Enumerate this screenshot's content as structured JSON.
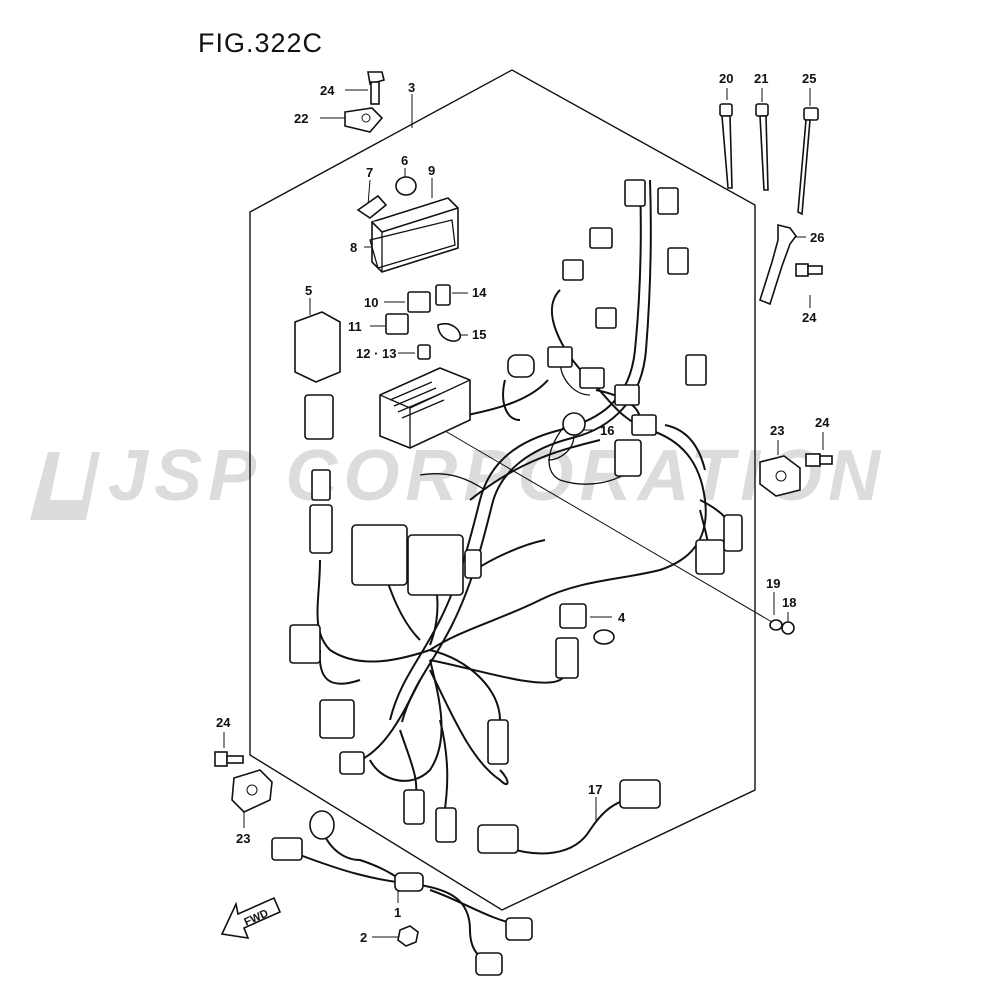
{
  "figure": {
    "title": "FIG.322C"
  },
  "watermark": {
    "text": "JSP CORPORATION",
    "color": "#dcdcdc"
  },
  "callouts": {
    "c1": "1",
    "c2": "2",
    "c3": "3",
    "c4": "4",
    "c5": "5",
    "c6": "6",
    "c7": "7",
    "c8": "8",
    "c9": "9",
    "c10": "10",
    "c11": "11",
    "c12_13": "12 · 13",
    "c14": "14",
    "c15": "15",
    "c16": "16",
    "c17": "17",
    "c18": "18",
    "c19": "19",
    "c20": "20",
    "c21": "21",
    "c22": "22",
    "c23_right": "23",
    "c23_left": "23",
    "c24_top": "24",
    "c24_right_upper": "24",
    "c24_right": "24",
    "c24_left": "24",
    "c25": "25",
    "c26": "26"
  },
  "fwd_arrow": {
    "label": "FWD"
  }
}
